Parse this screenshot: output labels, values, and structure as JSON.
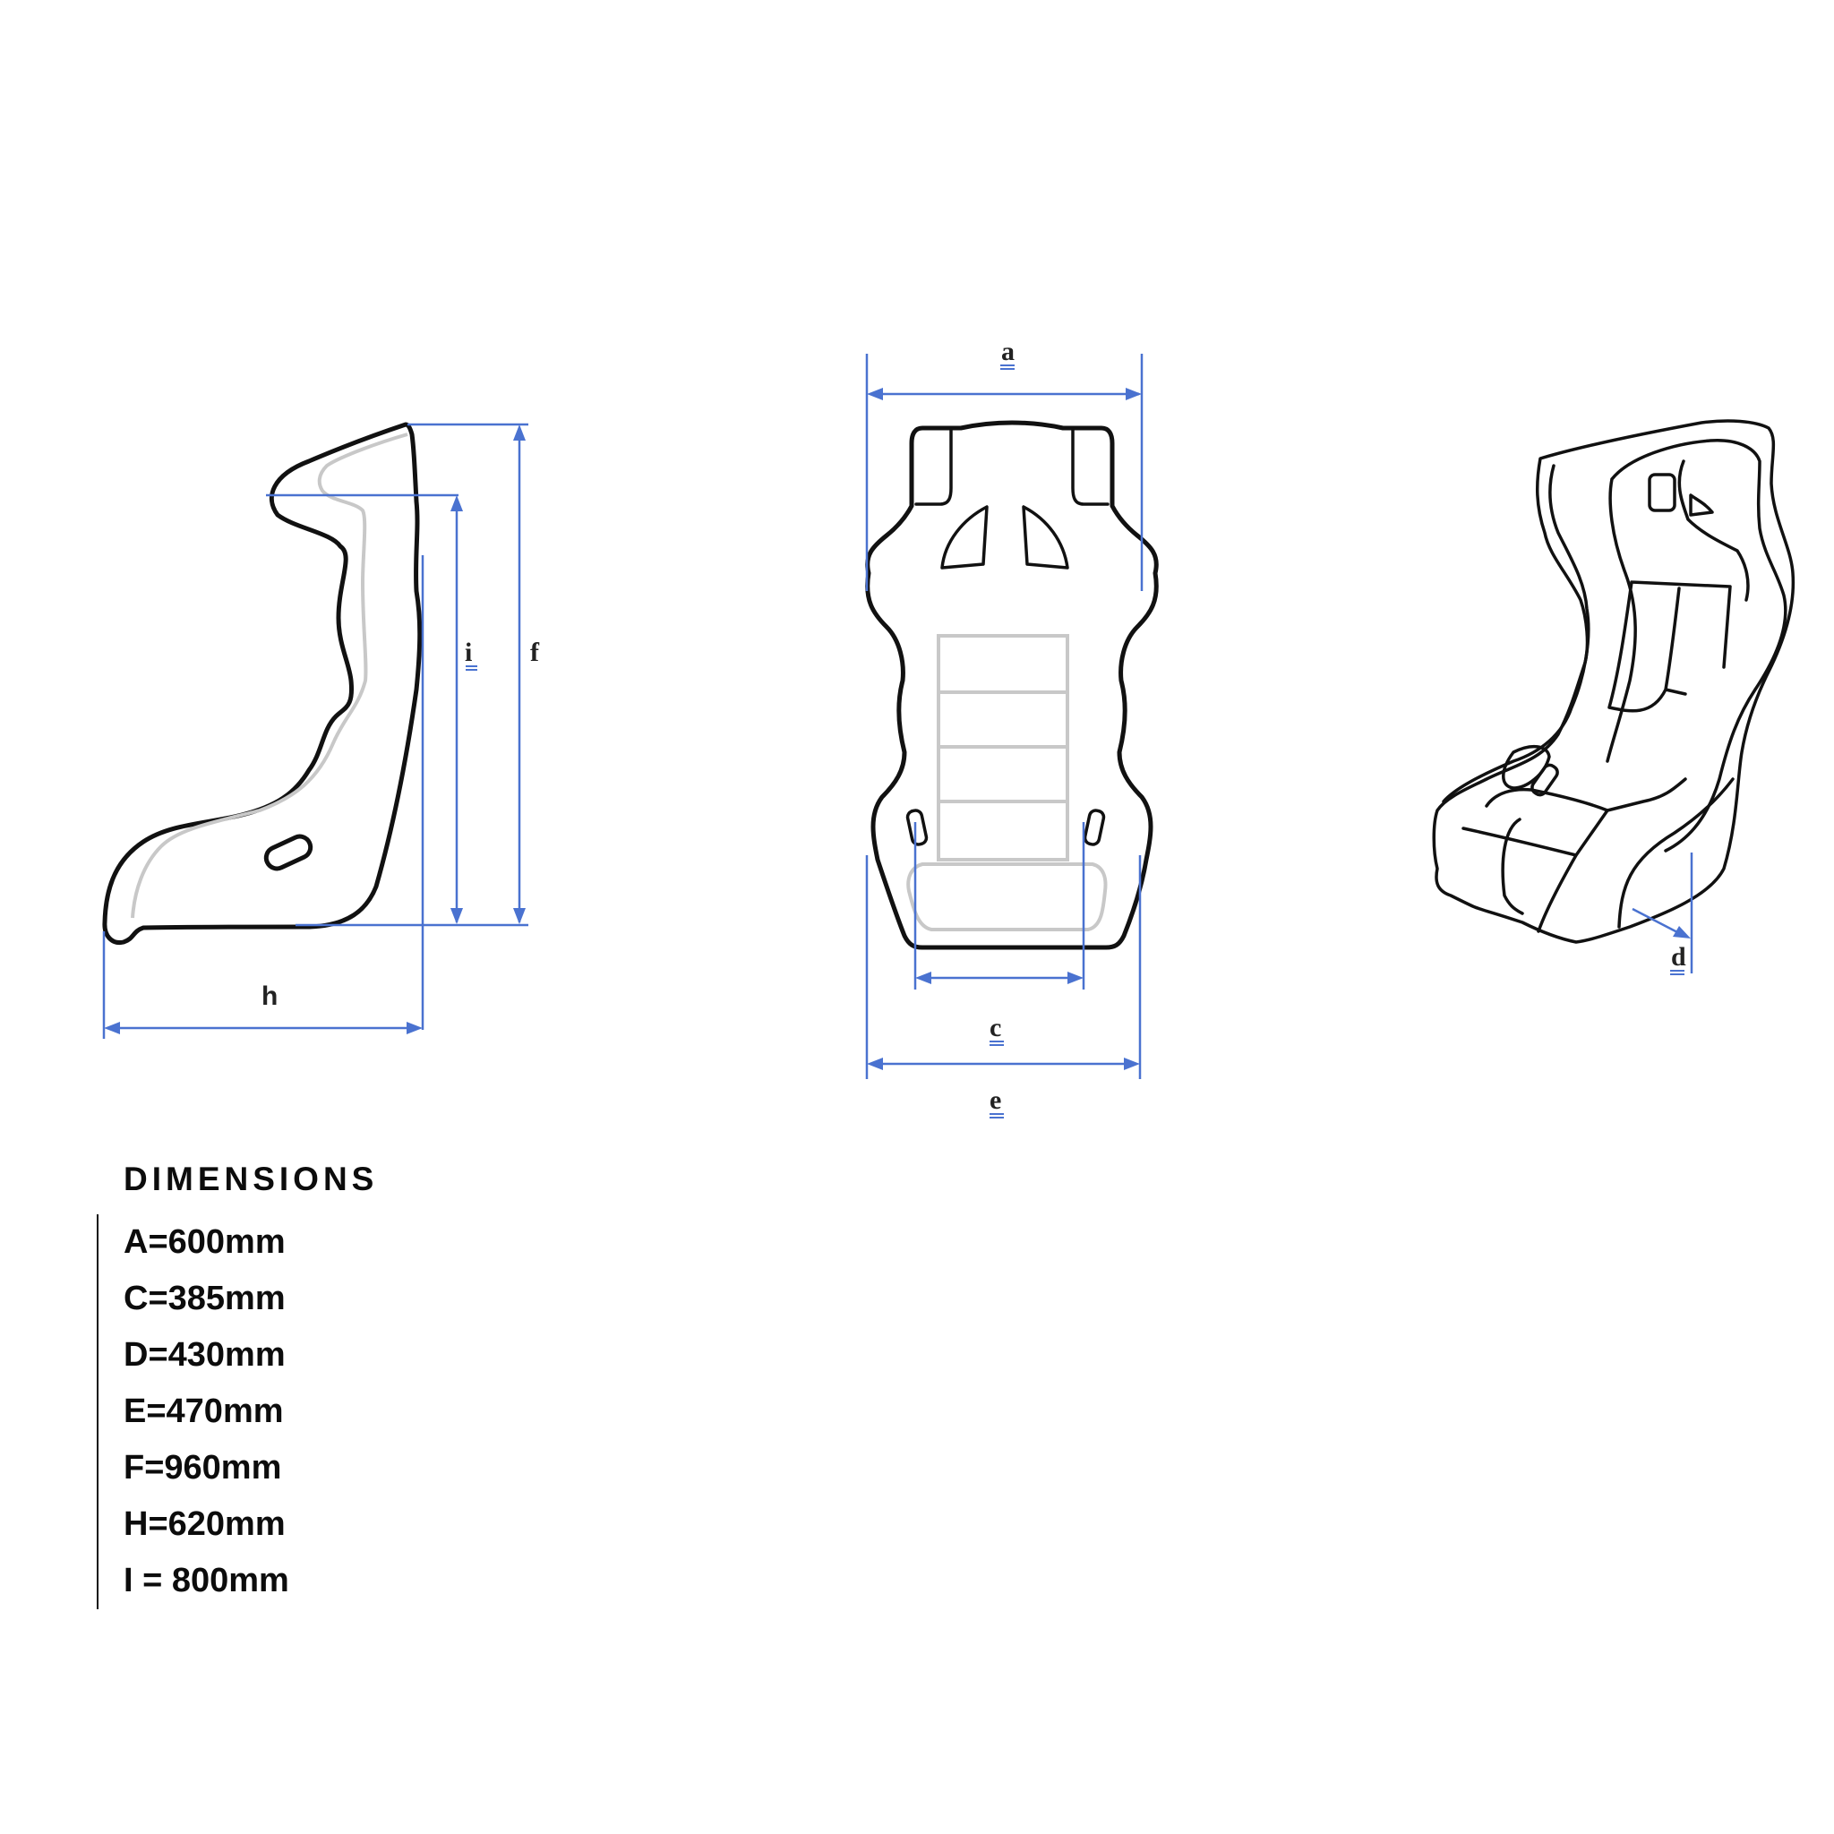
{
  "specs": {
    "title": "DIMENSIONS",
    "items": [
      {
        "key": "A",
        "text": "A=600mm"
      },
      {
        "key": "C",
        "text": "C=385mm"
      },
      {
        "key": "D",
        "text": "D=430mm"
      },
      {
        "key": "E",
        "text": "E=470mm"
      },
      {
        "key": "F",
        "text": "F=960mm"
      },
      {
        "key": "H",
        "text": "H=620mm"
      },
      {
        "key": "I",
        "text": "I = 800mm"
      }
    ]
  },
  "diagram": {
    "side_view": {
      "labels": {
        "h": "h",
        "i": "i",
        "f": "f"
      }
    },
    "front_view": {
      "labels": {
        "a": "a",
        "c": "c",
        "e": "e"
      }
    },
    "perspective_view": {
      "labels": {
        "d": "d"
      }
    },
    "colors": {
      "dimension_line": "#4a72d0",
      "outline": "#111111",
      "inner_trim": "#c8c8c8"
    }
  }
}
